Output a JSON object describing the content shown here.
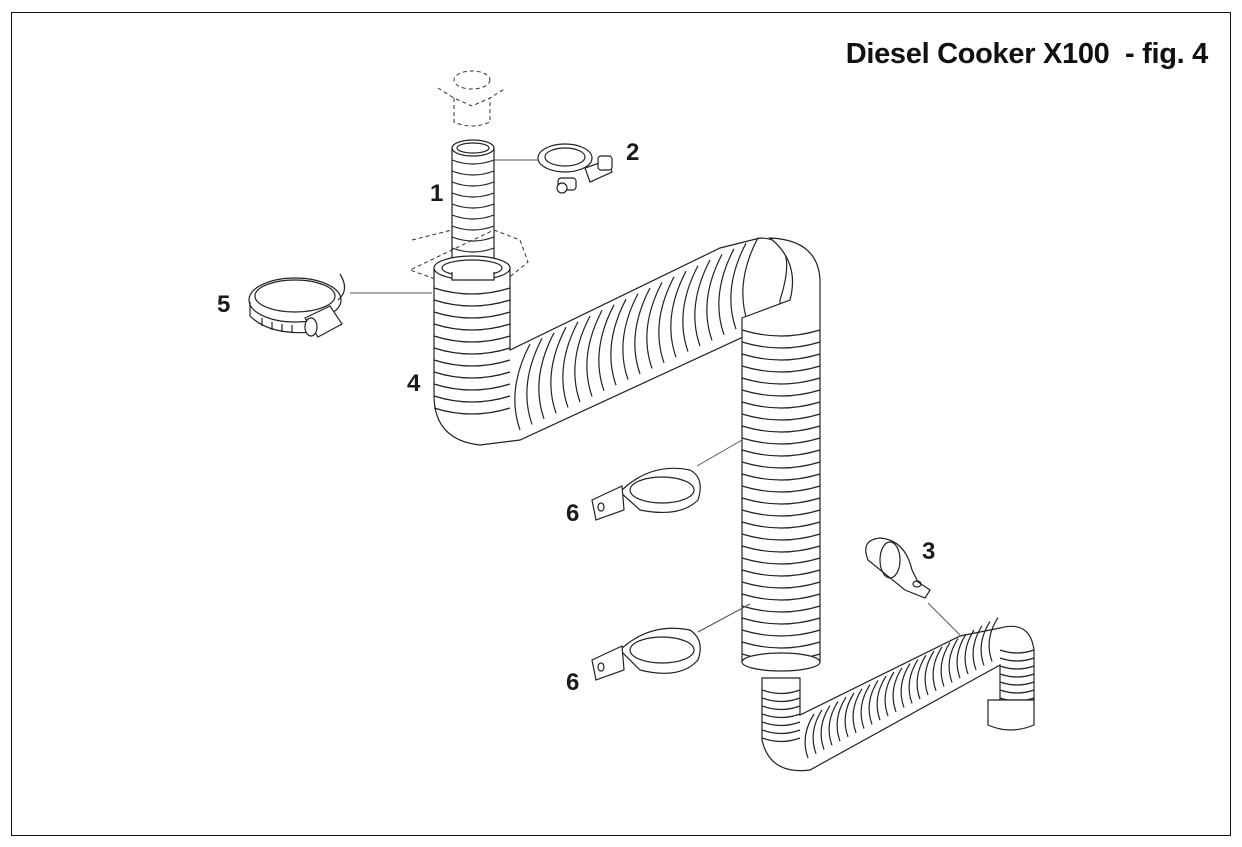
{
  "figure": {
    "title": "Diesel Cooker X100  - fig. 4"
  },
  "callouts": [
    {
      "id": "1",
      "label": "1",
      "part": "hose-nipple-connector"
    },
    {
      "id": "2",
      "label": "2",
      "part": "bolt-clamp"
    },
    {
      "id": "3",
      "label": "3",
      "part": "small-p-clip"
    },
    {
      "id": "4",
      "label": "4",
      "part": "large-flexible-exhaust-hose"
    },
    {
      "id": "5",
      "label": "5",
      "part": "worm-drive-hose-clamp"
    },
    {
      "id": "6a",
      "label": "6",
      "part": "large-p-clip-upper"
    },
    {
      "id": "6b",
      "label": "6",
      "part": "large-p-clip-lower"
    }
  ],
  "colors": {
    "line": "#222222",
    "background": "#ffffff",
    "text": "#111111"
  }
}
